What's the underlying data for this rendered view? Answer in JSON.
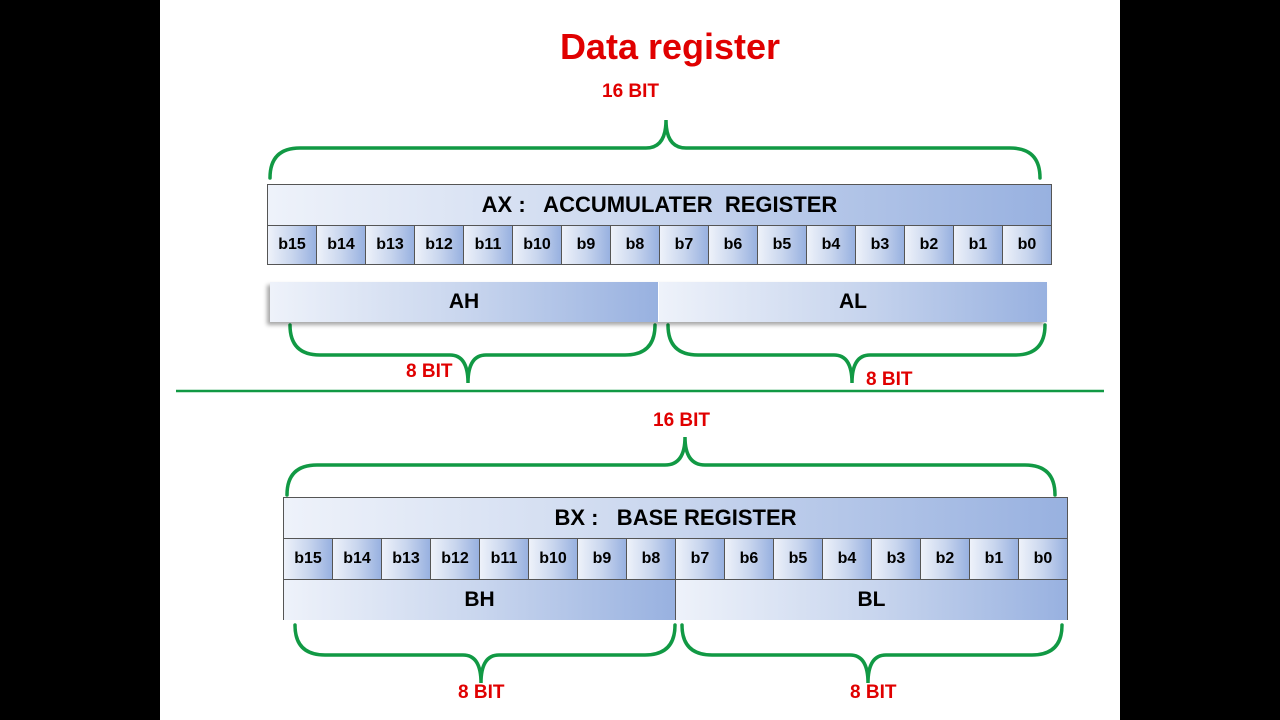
{
  "title": "Data register",
  "colors": {
    "title": "#e00000",
    "brace": "#119944",
    "divider": "#119944"
  },
  "ax": {
    "width_label": "16 BIT",
    "title": "AX :   ACCUMULATER  REGISTER",
    "bits": [
      "b15",
      "b14",
      "b13",
      "b12",
      "b11",
      "b10",
      "b9",
      "b8",
      "b7",
      "b6",
      "b5",
      "b4",
      "b3",
      "b2",
      "b1",
      "b0"
    ],
    "high": "AH",
    "low": "AL",
    "high_bits_label": "8  BIT",
    "low_bits_label": "8  BIT"
  },
  "bx": {
    "width_label": "16 BIT",
    "title": "BX :   BASE REGISTER",
    "bits": [
      "b15",
      "b14",
      "b13",
      "b12",
      "b11",
      "b10",
      "b9",
      "b8",
      "b7",
      "b6",
      "b5",
      "b4",
      "b3",
      "b2",
      "b1",
      "b0"
    ],
    "high": "BH",
    "low": "BL",
    "high_bits_label": "8  BIT",
    "low_bits_label": "8  BIT"
  }
}
